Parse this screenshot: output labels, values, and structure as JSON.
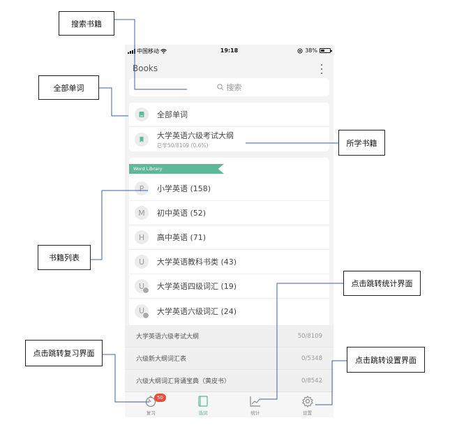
{
  "callouts": {
    "search_books": "搜索书籍",
    "all_words": "全部单词",
    "studied_books": "所学书籍",
    "book_list": "书籍列表",
    "to_stats": "点击跳转统计界面",
    "to_review": "点击跳转复习界面",
    "to_settings": "点击跳转设置界面"
  },
  "status_bar": {
    "carrier": "中国移动",
    "time": "19:18",
    "battery": "38%"
  },
  "header": {
    "title": "Books"
  },
  "search": {
    "placeholder": "搜索"
  },
  "my_books": {
    "all_words": "全部单词",
    "current_book": {
      "title": "大学英语六级考试大纲",
      "progress": "已学50/8109 (0.6%)"
    }
  },
  "library": {
    "ribbon": "Word Library",
    "items": [
      {
        "letter": "P",
        "label": "小学英语 (158)",
        "sub": false
      },
      {
        "letter": "M",
        "label": "初中英语 (52)",
        "sub": false
      },
      {
        "letter": "H",
        "label": "高中英语 (71)",
        "sub": false
      },
      {
        "letter": "U",
        "label": "大学英语教科书类 (43)",
        "sub": false
      },
      {
        "letter": "U",
        "label": "大学英语四级词汇 (19)",
        "sub": true
      },
      {
        "letter": "U",
        "label": "大学英语六级词汇 (24)",
        "sub": true
      }
    ]
  },
  "popular_list": [
    {
      "name": "大学英语六级考试大纲",
      "count": "50/8109"
    },
    {
      "name": "六级新大纲词汇表",
      "count": "0/5348"
    },
    {
      "name": "六级大纲词汇背诵宝典（黄皮书）",
      "count": "0/8542"
    }
  ],
  "tabs": {
    "review": "复习",
    "review_badge": "50",
    "words": "选词",
    "stats": "统计",
    "settings": "设置"
  },
  "colors": {
    "accent": "#5fb79a",
    "badge": "#e94b3c"
  }
}
